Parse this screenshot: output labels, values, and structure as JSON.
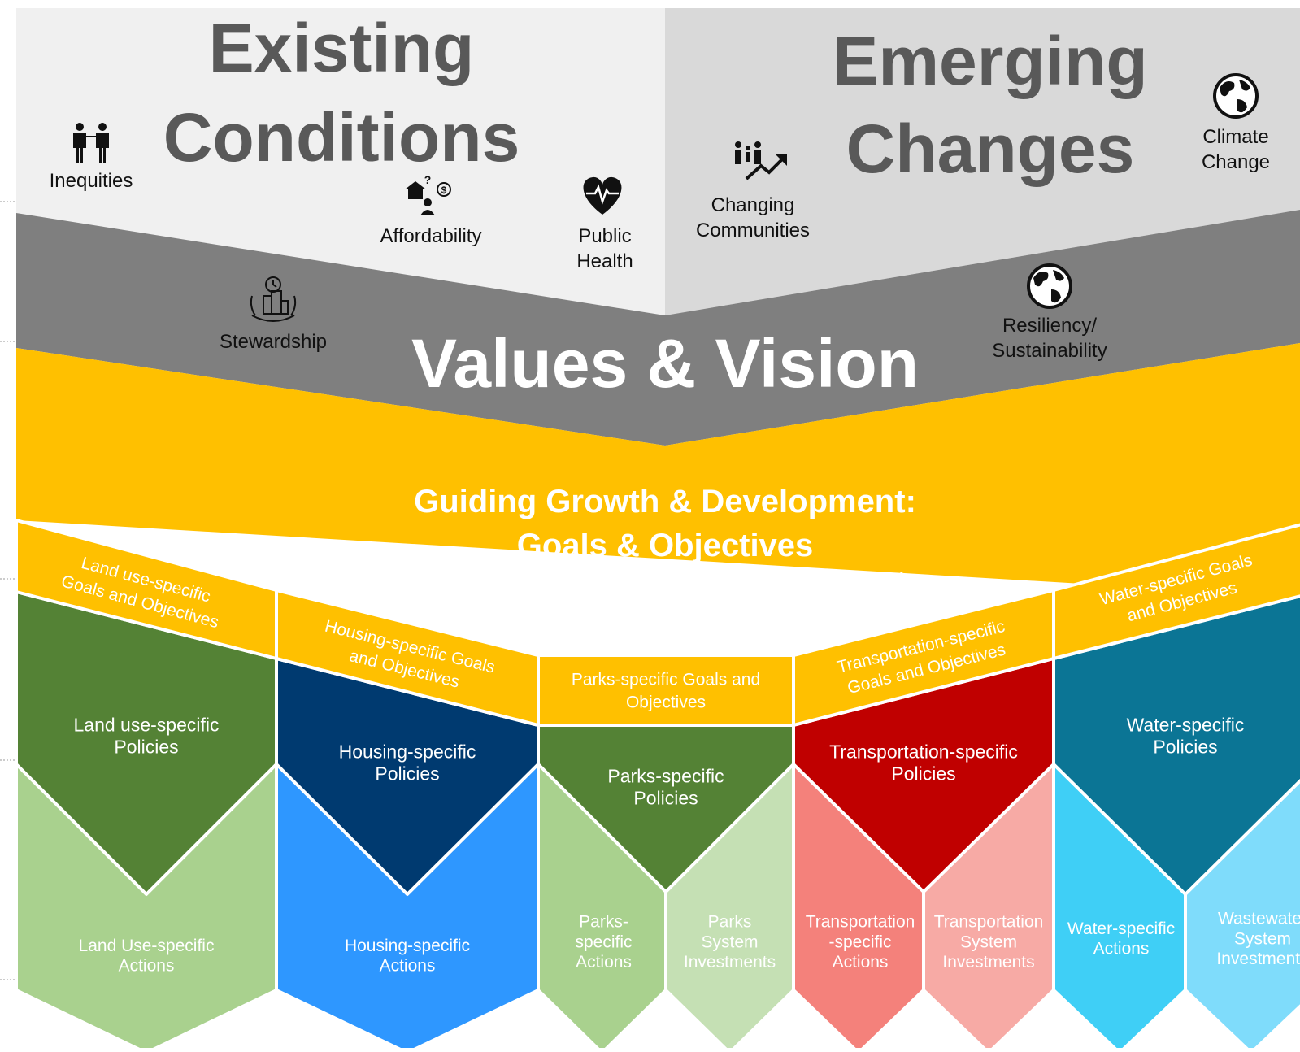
{
  "colors": {
    "existing_bg": "#f0f0f0",
    "emerging_bg": "#d9d9d9",
    "values_band": "#7f7f7f",
    "goals_band": "#ffc000",
    "title_text": "#595959",
    "white": "#ffffff",
    "landuse_dark": "#548235",
    "landuse_light": "#a9d18e",
    "housing_dark": "#003a70",
    "housing_light": "#2e97ff",
    "parks_dark": "#548235",
    "parks_light1": "#a9d18e",
    "parks_light2": "#c5e0b4",
    "transport_dark": "#c00000",
    "transport_light1": "#f4817b",
    "transport_light2": "#f7aaa5",
    "water_dark": "#0b7595",
    "water_light1": "#3fcff6",
    "water_light2": "#7fdcfb"
  },
  "existing": {
    "title_line1": "Existing",
    "title_line2": "Conditions",
    "items": [
      {
        "icon": "people-apart-icon",
        "label_lines": [
          "Inequities"
        ]
      },
      {
        "icon": "house-money-icon",
        "label_lines": [
          "Affordability"
        ]
      },
      {
        "icon": "heart-pulse-icon",
        "label_lines": [
          "Public",
          "Health"
        ]
      }
    ]
  },
  "emerging": {
    "title_line1": "Emerging",
    "title_line2": "Changes",
    "items": [
      {
        "icon": "family-growth-icon",
        "label_lines": [
          "Changing",
          "Communities"
        ]
      },
      {
        "icon": "globe-icon",
        "label_lines": [
          "Climate",
          "Change"
        ]
      }
    ]
  },
  "values": {
    "title": "Values & Vision",
    "items": [
      {
        "icon": "city-stewardship-icon",
        "label_lines": [
          "Stewardship"
        ]
      },
      {
        "icon": "globe-icon",
        "label_lines": [
          "Resiliency/",
          "Sustainability"
        ]
      }
    ]
  },
  "goals": {
    "title_line1": "Guiding Growth & Development:",
    "title_line2": "Goals & Objectives",
    "subtitle": "(cross-divisional and policy area specific)"
  },
  "areas": [
    {
      "key": "landuse",
      "goals_lines": [
        "Land use-specific",
        "Goals and Objectives"
      ],
      "policy_lines": [
        "Land use-specific",
        "Policies"
      ],
      "actions": [
        {
          "lines": [
            "Land Use-specific",
            "Actions"
          ]
        }
      ]
    },
    {
      "key": "housing",
      "goals_lines": [
        "Housing-specific Goals",
        "and Objectives"
      ],
      "policy_lines": [
        "Housing-specific",
        "Policies"
      ],
      "actions": [
        {
          "lines": [
            "Housing-specific",
            "Actions"
          ]
        }
      ]
    },
    {
      "key": "parks",
      "goals_lines": [
        "Parks-specific Goals and",
        "Objectives"
      ],
      "policy_lines": [
        "Parks-specific",
        "Policies"
      ],
      "actions": [
        {
          "lines": [
            "Parks-",
            "specific",
            "Actions"
          ]
        },
        {
          "lines": [
            "Parks",
            "System",
            "Investments"
          ]
        }
      ]
    },
    {
      "key": "transport",
      "goals_lines": [
        "Transportation-specific",
        "Goals and Objectives"
      ],
      "policy_lines": [
        "Transportation-specific",
        "Policies"
      ],
      "actions": [
        {
          "lines": [
            "Transportation",
            "-specific",
            "Actions"
          ]
        },
        {
          "lines": [
            "Transportation",
            "System",
            "Investments"
          ]
        }
      ]
    },
    {
      "key": "water",
      "goals_lines": [
        "Water-specific Goals",
        "and Objectives"
      ],
      "policy_lines": [
        "Water-specific",
        "Policies"
      ],
      "actions": [
        {
          "lines": [
            "Water-specific",
            "Actions"
          ]
        },
        {
          "lines": [
            "Wastewater",
            "System",
            "Investments"
          ]
        }
      ]
    }
  ]
}
